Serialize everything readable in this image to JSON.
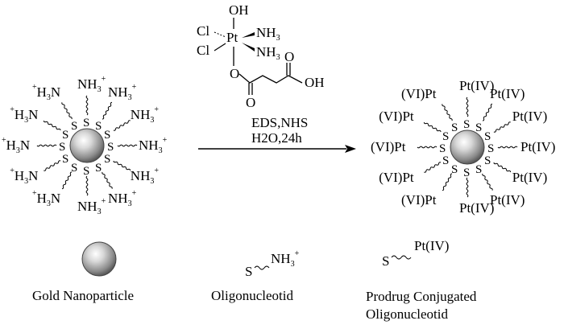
{
  "reagent": {
    "oh": "OH",
    "cl1": "Cl",
    "cl2": "Cl",
    "pt": "Pt",
    "nh3_1": "NH",
    "nh3_2": "NH",
    "three": "3",
    "oxygen_ester": "O",
    "oxygen_carbonyl_1": "O",
    "oxygen_carbonyl_2": "O",
    "oh_acid": "OH"
  },
  "conditions": {
    "line1": "EDS,NHS",
    "line2": "H2O,24h"
  },
  "left_np": {
    "sulfur": "S",
    "amine_r": "NH",
    "amine_l": "H",
    "amine_l_n": "N",
    "plus": "+",
    "three": "3"
  },
  "right_np": {
    "pt_r": "Pt(IV)",
    "pt_l": "(VI)Pt"
  },
  "legend": {
    "gold": "Gold Nanoparticle",
    "oligo": "Oligonucleotid",
    "prodrug_1": "Prodrug Conjugated",
    "prodrug_2": "Oligonucleotid",
    "s": "S",
    "nh3": "NH",
    "three": "3",
    "plus": "+",
    "pt": "Pt(IV)"
  }
}
